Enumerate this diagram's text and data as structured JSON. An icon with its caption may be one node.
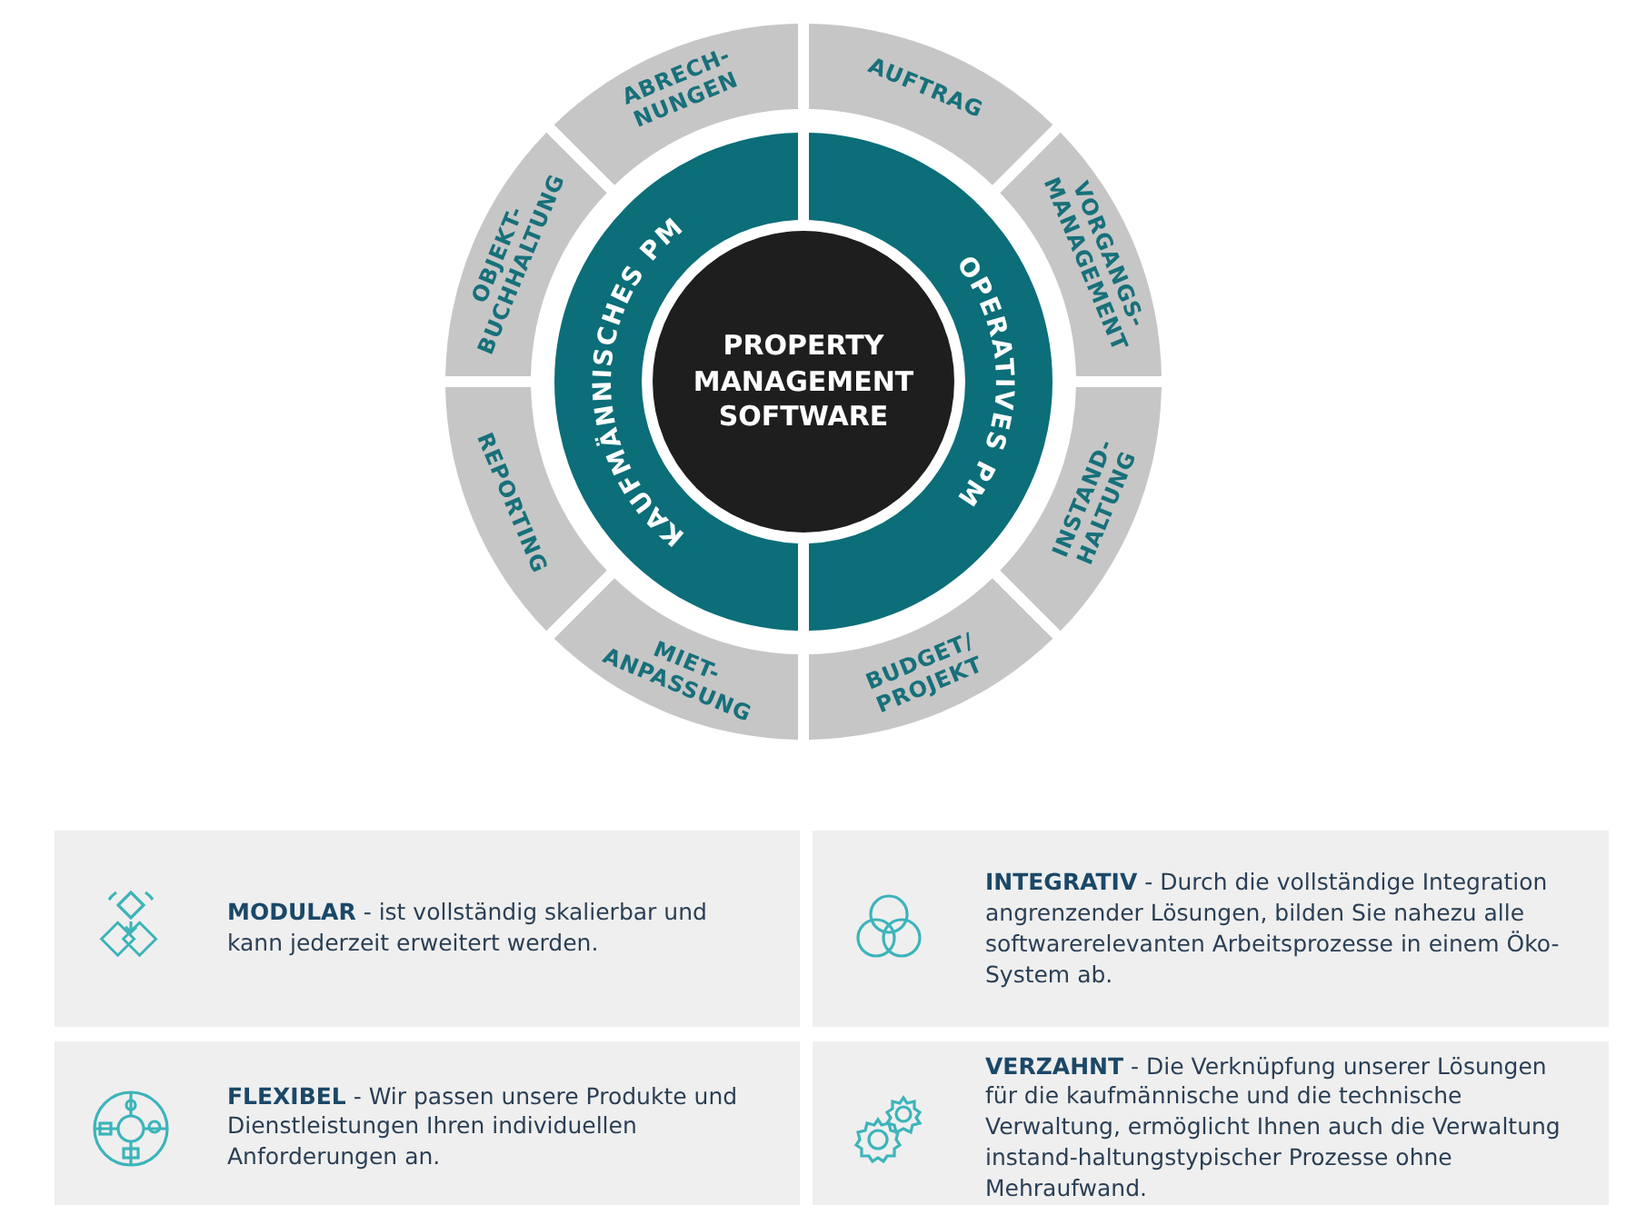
{
  "diagram": {
    "nodes": [
      {
        "text": [
          "ABRECH- NUNGEN"
        ]
      },
      {
        "text": [
          "AUFTRAG"
        ]
      },
      {
        "text": [
          "OBJEKT- BUCHHALTUNG"
        ]
      },
      {
        "text": [
          "VORGANGS- MANAGEMENT"
        ]
      },
      {
        "text": [
          "KAUFMÄNNISCHES PM"
        ]
      },
      {
        "text": [
          "PROPERTY MANAGEMENT SOFTWARE"
        ]
      },
      {
        "text": [
          "OPERATIVES PM"
        ]
      },
      {
        "text": [
          "REPORTING"
        ]
      },
      {
        "text": [
          "INSTAND- HALTUNG"
        ]
      },
      {
        "text": [
          "MIET- ANPASSUNG"
        ]
      },
      {
        "text": [
          "BUDGET/ PROJEKT"
        ]
      },
      {
        "text": [
          "**MODULAR** - ist vollständig skalierbar und kann jederzeit erweitert werden."
        ]
      },
      {
        "text": [
          "**INTEGRATIV** - Durch die vollständige Integration angrenzender Lösungen, bilden Sie nahezu alle softwarerelevanten Arbeitsprozesse in einem Öko-System ab."
        ]
      },
      {
        "text": [
          "**FLEXIBEL** - Wir passen unsere Produkte und Dienstleistungen Ihren individuellen Anforderungen an."
        ]
      },
      {
        "text": [
          "**VERZAHNT** - Die Verknüpfung unserer Lösungen für die kaufmännische und die technische Verwaltung, ermöglicht Ihnen auch die Verwaltung instand-haltungstypischer Prozesse ohne Mehraufwand."
        ]
      }
    ],
    "edges": []
  }
}
